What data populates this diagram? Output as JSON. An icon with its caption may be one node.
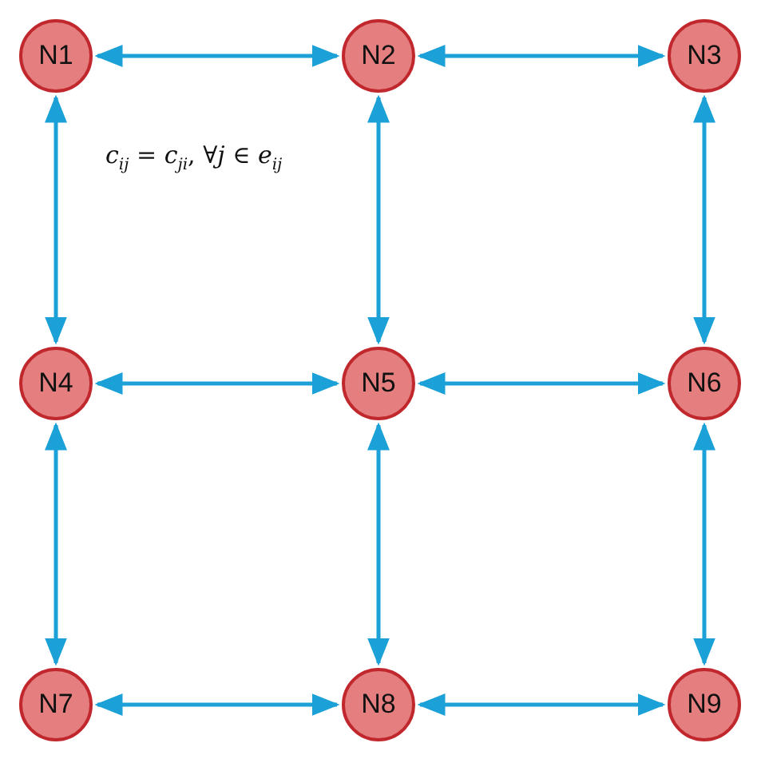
{
  "diagram": {
    "nodes": [
      {
        "text": [
          "N1"
        ]
      },
      {
        "text": [
          "N2"
        ]
      },
      {
        "text": [
          "N3"
        ]
      },
      {
        "text": [
          "N4"
        ]
      },
      {
        "text": [
          "N5"
        ]
      },
      {
        "text": [
          "N6"
        ]
      },
      {
        "text": [
          "N7"
        ]
      },
      {
        "text": [
          "N8"
        ]
      },
      {
        "text": [
          "N9"
        ]
      }
    ],
    "edges": [
      {
        "from": 0,
        "to": 1,
        "arrow": "both"
      },
      {
        "from": 1,
        "to": 2,
        "arrow": "both"
      },
      {
        "from": 0,
        "to": 3,
        "arrow": "both"
      },
      {
        "from": 1,
        "to": 4,
        "arrow": "both"
      },
      {
        "from": 2,
        "to": 5,
        "arrow": "both"
      },
      {
        "from": 3,
        "to": 4,
        "arrow": "both"
      },
      {
        "from": 4,
        "to": 5,
        "arrow": "both"
      },
      {
        "from": 3,
        "to": 6,
        "arrow": "both"
      },
      {
        "from": 4,
        "to": 7,
        "arrow": "both"
      },
      {
        "from": 5,
        "to": 8,
        "arrow": "both"
      },
      {
        "from": 6,
        "to": 7,
        "arrow": "both"
      },
      {
        "from": 7,
        "to": 8,
        "arrow": "both"
      }
    ],
    "labels": [
      "*c*$_{ij}$ = *c*$_{ji}$, ∀*j* ∈ *e*$_{ij}$"
    ]
  }
}
